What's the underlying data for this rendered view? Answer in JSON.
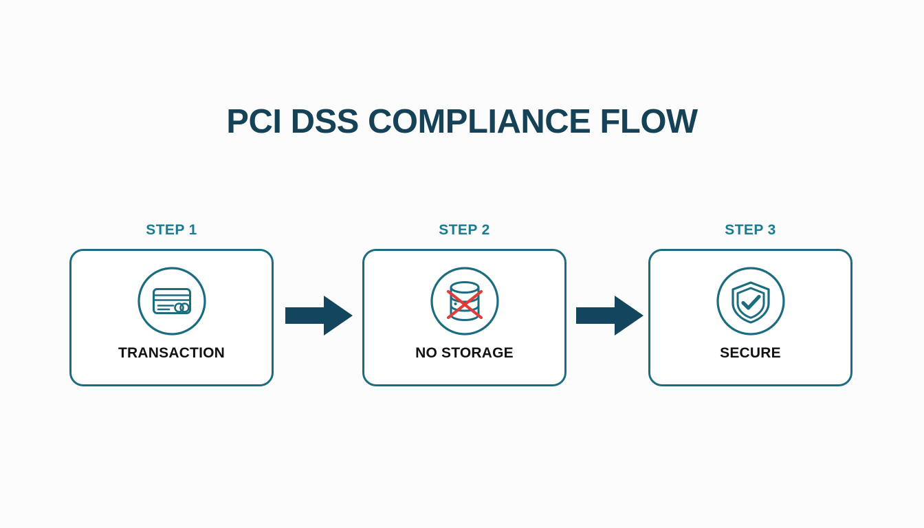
{
  "page": {
    "title": "PCI DSS COMPLIANCE FLOW",
    "background_color": "#fcfcfd",
    "title_color": "#164257",
    "step_label_color": "#1b7a91",
    "card_border_color": "#1b6c81",
    "card_fill_color": "#ffffff",
    "icon_color": "#1b6c81",
    "card_label_color": "#121212",
    "arrow_color": "#13465e",
    "strike_color": "#e03c3c"
  },
  "flow": {
    "steps": [
      {
        "step_label": "STEP 1",
        "card_label": "TRANSACTION",
        "icon": "credit-card-icon"
      },
      {
        "step_label": "STEP 2",
        "card_label": "NO STORAGE",
        "icon": "database-crossed-out-icon"
      },
      {
        "step_label": "STEP 3",
        "card_label": "SECURE",
        "icon": "shield-check-icon"
      }
    ],
    "connectors": [
      {
        "icon": "arrow-right-icon"
      },
      {
        "icon": "arrow-right-icon"
      }
    ]
  }
}
